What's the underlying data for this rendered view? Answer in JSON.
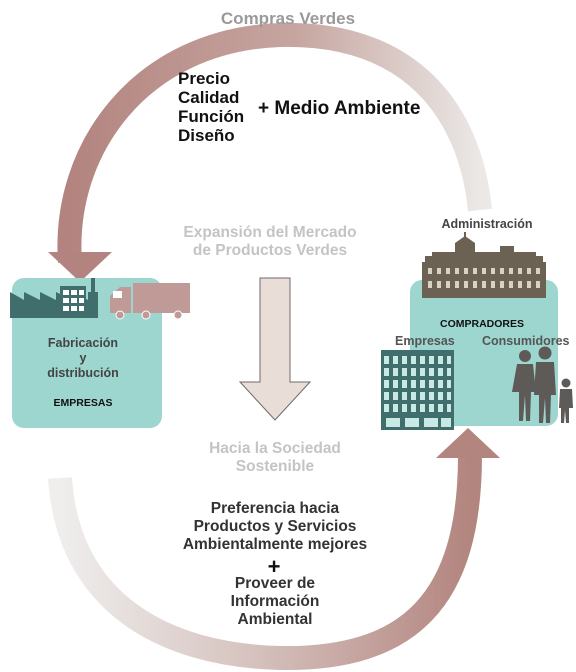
{
  "title": "Compras Verdes",
  "criteria": [
    "Precio",
    "Calidad",
    "Función",
    "Diseño"
  ],
  "plus_environment": "+ Medio Ambiente",
  "expansion": [
    "Expansión del Mercado",
    "de Productos Verdes"
  ],
  "towards": [
    "Hacia la Sociedad",
    "Sostenible"
  ],
  "preference": [
    "Preferencia hacia",
    "Productos y Servicios",
    "Ambientalmente mejores"
  ],
  "plus_sign": "+",
  "provide": [
    "Proveer de",
    "Información",
    "Ambiental"
  ],
  "left_box": {
    "label": [
      "Fabricación",
      "y",
      "distribución"
    ],
    "company": "EMPRESAS"
  },
  "right_box": {
    "administration": "Administración",
    "buyers": "COMPRADORES",
    "companies": "Empresas",
    "consumers": "Consumidores"
  },
  "colors": {
    "box_fill": "#9dd5cf",
    "icon_dark": "#3f6e6c",
    "truck": "#c09a96",
    "arrow_dark": "#b68b86",
    "arrow_down": "#e7dcd6",
    "admin_building": "#6b6254"
  }
}
